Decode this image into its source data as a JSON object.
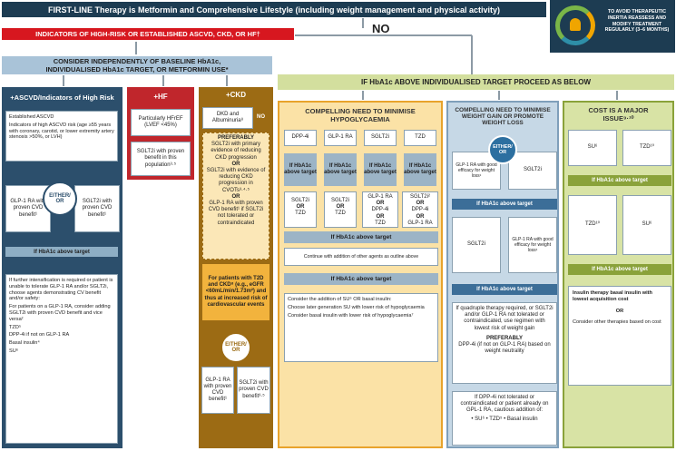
{
  "top": {
    "title": "FIRST-LINE Therapy is Metformin and Comprehensive Lifestyle (including weight management and physical activity)",
    "cycle_text": "TO AVOID THERAPEUTIC INERTIA REASSESS AND MODIFY TREATMENT REGULARLY (3–6 MONTHS)"
  },
  "risk": {
    "label": "INDICATORS OF HIGH-RISK OR ESTABLISHED ASCVD, CKD, OR HF†",
    "no": "NO"
  },
  "consider": {
    "l1": "CONSIDER INDEPENDENTLY OF BASELINE HbA1c,",
    "l2": "INDIVIDUALISED HbA1c TARGET, OR METFORMIN USE*"
  },
  "above": "IF HbA1c ABOVE INDIVIDUALISED TARGET PROCEED AS BELOW",
  "ascvd": {
    "title": "+ASCVD/Indicators of High Risk",
    "items": [
      "Established ASCVD",
      "Indicators of high ASCVD risk (age ≥55 years with coronary, carotid, or lower extremity artery stenosis >50%, or LVH)"
    ],
    "either": "EITHER/ OR",
    "left": "GLP-1 RA with proven CVD benefit¹",
    "right": "SGLT2i with proven CVD benefit¹",
    "hba1c": "If HbA1c above target",
    "bottom": [
      "If further intensification is required or patient is unable to tolerate GLP-1 RA and/or SGLT2i, choose agents demonstrating CV benefit and/or safety:",
      "For patients on a GLP-1 RA, consider adding SGLT2i with proven CVD benefit and vice versa²",
      "TZD⁵",
      "DPP-4i if not on GLP-1 RA",
      "Basal insulin⁴",
      "SU⁶"
    ]
  },
  "hf": {
    "title": "+HF",
    "box1": "Particularly HFrEF (LVEF <45%)",
    "box2": "SGLT2i with proven benefit in this population³·⁵"
  },
  "ckd": {
    "title": "+CKD",
    "box1": "DKD and Albuminuria⁸",
    "no": "NO",
    "preferably": "PREFERABLY",
    "p1": "SGLT2i with primary evidence of reducing CKD progression",
    "or1": "OR",
    "p2": "SGLT2i with evidence of reducing CKD progression in CVOTs³·⁴·⁵",
    "or2": "OR",
    "p3": "GLP-1 RA with proven CVD benefit¹ if SGLT2i not tolerated or contraindicated",
    "pat": "For patients with T2D and CKD⁸ (e.g., eGFR <60mL/min/1.73m²) and thus at increased risk of cardiovascular events",
    "either": "EITHER/ OR",
    "left": "GLP-1 RA with proven CVD benefit¹",
    "right": "SGLT2i with proven CVD benefit³·⁵"
  },
  "hypo": {
    "title": "COMPELLING NEED TO MINIMISE HYPOGLYCAEMIA",
    "drugs": [
      "DPP-4i",
      "GLP-1 RA",
      "SGLT2i",
      "TZD"
    ],
    "hb": "If HbA1c above target",
    "seconds": [
      [
        "SGLT2i",
        "OR",
        "TZD"
      ],
      [
        "SGLT2i",
        "OR",
        "TZD"
      ],
      [
        "GLP-1 RA",
        "OR",
        "DPP-4i",
        "OR",
        "TZD"
      ],
      [
        "SGLT2i²",
        "OR",
        "DPP-4i",
        "OR",
        "GLP-1 RA"
      ]
    ],
    "hb2": "If HbA1c above target",
    "cont": "Continue with addition of other agents as outline above",
    "hb3": "If HbA1c above target",
    "final": [
      "Consider the addition of SU⁶ OR basal insulin:",
      "Choose later generation SU with lower risk of hypoglycaemia",
      "Consider basal insulin with lower risk of hypoglycaemia⁷"
    ]
  },
  "weight": {
    "title": "COMPELLING NEED TO MINIMISE WEIGHT GAIN OR PROMOTE WEIGHT LOSS",
    "either": "EITHER/ OR",
    "left": "GLP-1 RA with good efficacy for weight loss¹",
    "right": "SGLT2i",
    "hb": "If HbA1c above target",
    "l2": "SGLT2i",
    "r2": "GLP-1 RA with good efficacy for weight loss¹",
    "hb2": "If HbA1c above target",
    "quad": "If quadruple therapy required, or SGLT2i and/or GLP-1 RA not tolerated or contraindicated, use regimen with lowest risk of weight gain",
    "pref": "PREFERABLY",
    "dpp": "DPP-4i (if not on GLP-1 RA) based on weight neutrality",
    "final": "If DPP-4i not tolerated or contraindicated or patient already on GPL-1 RA, cautious addition of:",
    "final2": "• SU⁶ • TZD⁵ • Basal insulin"
  },
  "cost": {
    "title": "COST IS A MAJOR ISSUE⁹·¹⁰",
    "a": "SU⁶",
    "b": "TZD¹⁰",
    "hb": "If HbA1c above target",
    "c": "TZD¹⁰",
    "d": "SU⁶",
    "hb2": "If HbA1c above target",
    "ins": "Insulin therapy basal insulin with lowest acquisition cost",
    "or": "OR",
    "other": "Consider other therapies based on cost"
  }
}
